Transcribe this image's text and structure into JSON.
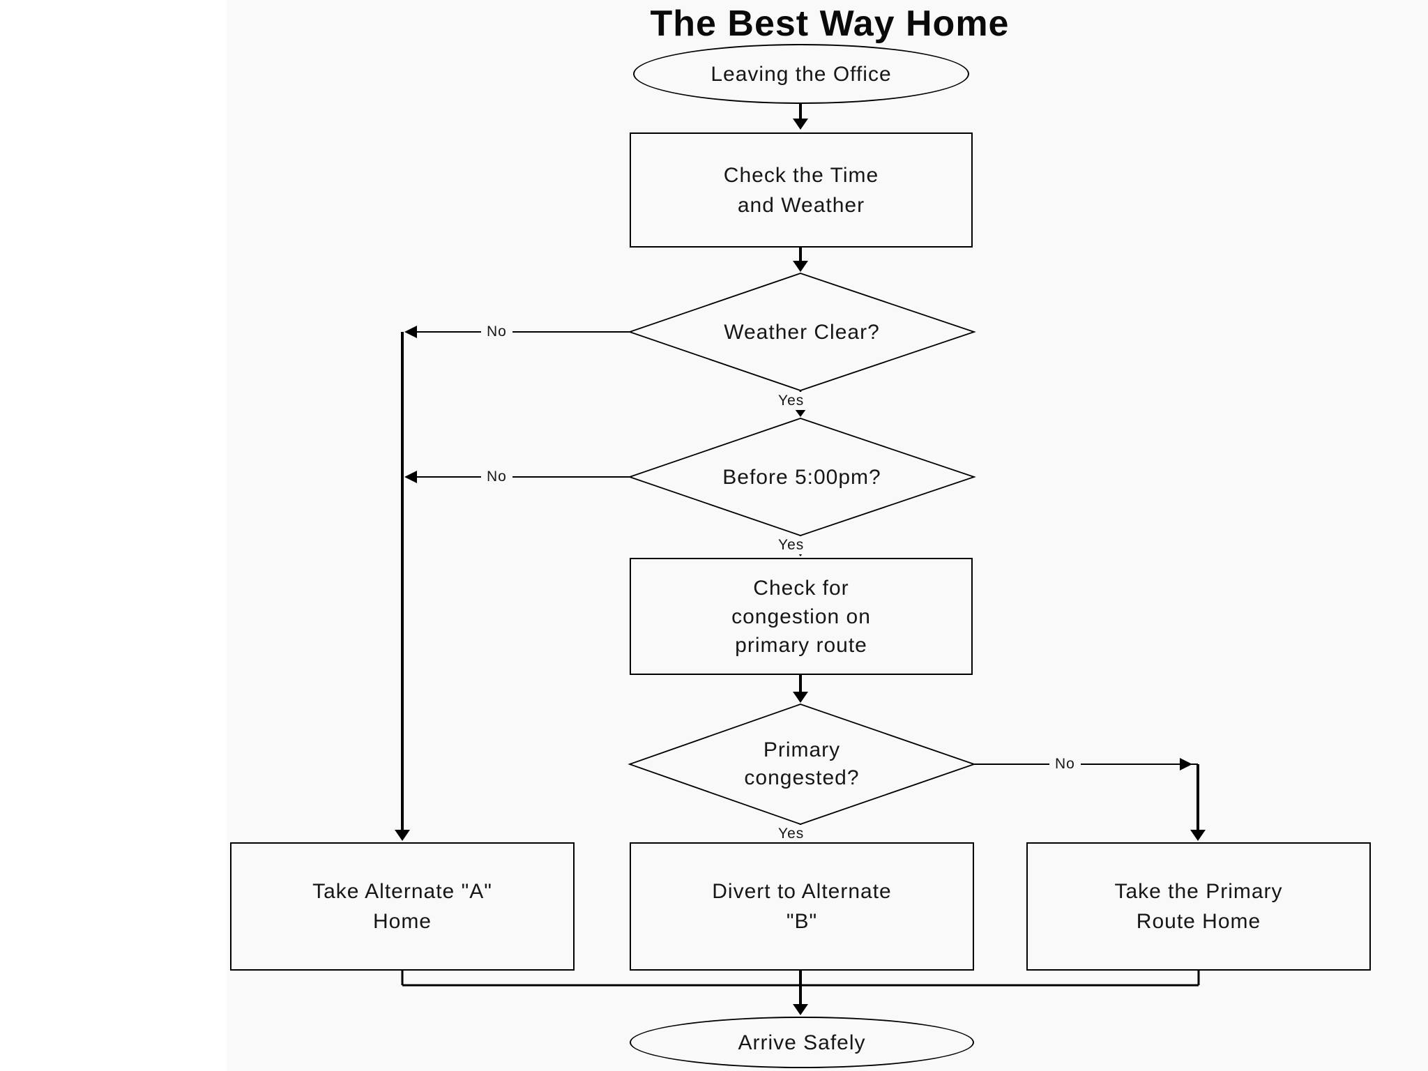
{
  "title": "The Best Way Home",
  "nodes": {
    "start": {
      "label": "Leaving the Office",
      "type": "terminator"
    },
    "check_time": {
      "label": "Check the Time\nand Weather",
      "type": "process"
    },
    "weather_clear": {
      "label": "Weather Clear?",
      "type": "decision"
    },
    "before_5pm": {
      "label": "Before 5:00pm?",
      "type": "decision"
    },
    "check_congestion": {
      "label": "Check for\ncongestion on\nprimary route",
      "type": "process"
    },
    "primary_congested": {
      "label": "Primary\ncongested?",
      "type": "decision"
    },
    "alternate_a": {
      "label": "Take Alternate \"A\"\nHome",
      "type": "process"
    },
    "alternate_b": {
      "label": "Divert to Alternate\n\"B\"",
      "type": "process"
    },
    "primary_route": {
      "label": "Take the Primary\nRoute Home",
      "type": "process"
    },
    "end": {
      "label": "Arrive Safely",
      "type": "terminator"
    }
  },
  "edge_labels": {
    "weather_no": "No",
    "weather_yes": "Yes",
    "time_no": "No",
    "time_yes": "Yes",
    "congested_no": "No",
    "congested_yes": "Yes"
  },
  "colors": {
    "line": "#000000",
    "text": "#161616",
    "canvas": "#f9f9f9",
    "page": "#ffffff"
  }
}
